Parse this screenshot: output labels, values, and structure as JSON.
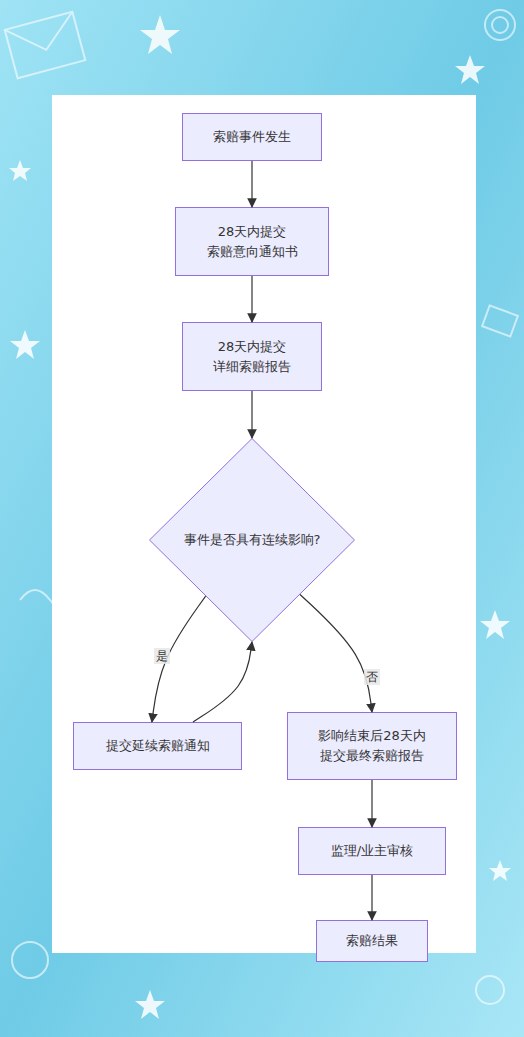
{
  "diagram": {
    "nodes": [
      {
        "text": [
          "索赔事件发生"
        ]
      },
      {
        "text": [
          "28天内提交 索赔意向通知书"
        ]
      },
      {
        "text": [
          "28天内提交 详细索赔报告"
        ]
      },
      {
        "text": [
          "事件是否具有连续影响?"
        ]
      },
      {
        "text": [
          "提交延续索赔通知"
        ]
      },
      {
        "text": [
          "影响结束后28天内 提交最终索赔报告"
        ]
      },
      {
        "text": [
          "监理/业主审核"
        ]
      },
      {
        "text": [
          "索赔结果"
        ]
      }
    ],
    "edges": [
      {
        "from": 0,
        "to": 1,
        "arrow": "to"
      },
      {
        "from": 1,
        "to": 2,
        "arrow": "to"
      },
      {
        "from": 2,
        "to": 3,
        "arrow": "to"
      },
      {
        "from": 3,
        "to": 4,
        "label": "是",
        "arrow": "to"
      },
      {
        "from": 4,
        "to": 3,
        "arrow": "to"
      },
      {
        "from": 3,
        "to": 5,
        "label": "否",
        "arrow": "to"
      },
      {
        "from": 5,
        "to": 6,
        "arrow": "to"
      },
      {
        "from": 6,
        "to": 7,
        "arrow": "to"
      }
    ]
  }
}
